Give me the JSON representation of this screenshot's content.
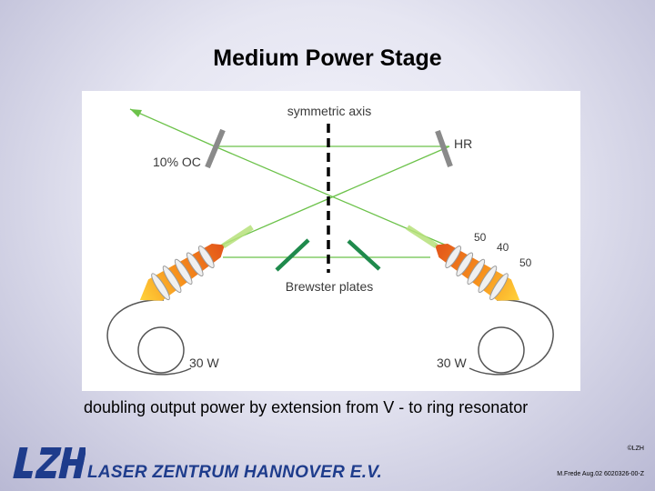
{
  "title": "Medium Power Stage",
  "diagram": {
    "symmetric_axis": "symmetric axis",
    "hr": "HR",
    "oc": "10% OC",
    "brewster": "Brewster plates",
    "dim_50_top": "50",
    "dim_40": "40",
    "dim_50_right": "50",
    "power_left": "30 W",
    "power_right": "30 W"
  },
  "caption": "doubling output power by extension from V - to ring resonator",
  "footer": {
    "copyright": "©LZH",
    "logo_text": "LZH",
    "org_name": "LASER ZENTRUM HANNOVER E.V.",
    "reference": "M.Frede Aug.02 6020326-00-Z"
  },
  "colors": {
    "beam": "#6cc24a",
    "brewster_plate": "#1f8a4c",
    "mirror": "#8a8a8a",
    "logo_blue": "#1e3c8c"
  }
}
